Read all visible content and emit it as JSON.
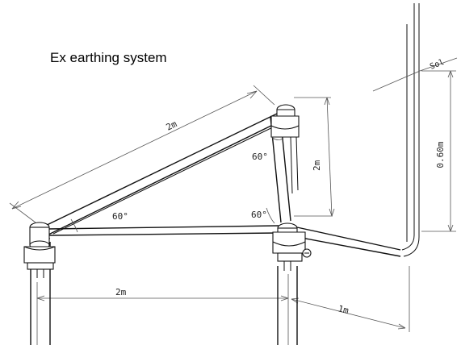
{
  "title": "Ex earthing system",
  "labels": {
    "top_side": "2m",
    "vertical_side": "2m",
    "bottom_side": "2m",
    "extension": "1m",
    "depth": "0.60m",
    "soil": "Sol",
    "angle_top": "60°",
    "angle_left": "60°",
    "angle_right": "60°"
  }
}
